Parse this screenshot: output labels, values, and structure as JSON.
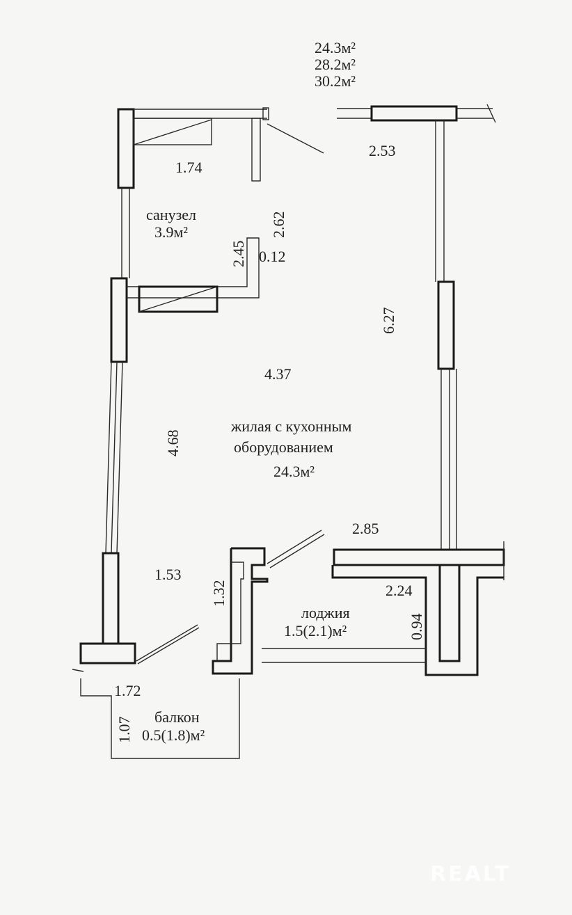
{
  "totals": [
    "24.3м²",
    "28.2м²",
    "30.2м²"
  ],
  "rooms": {
    "bathroom": {
      "name": "санузел",
      "area": "3.9м²"
    },
    "living": {
      "name_line1": "жилая с кухонным",
      "name_line2": "оборудованием",
      "area": "24.3м²"
    },
    "loggia": {
      "name": "лоджия",
      "area": "1.5(2.1)м²"
    },
    "balcony": {
      "name": "балкон",
      "area": "0.5(1.8)м²"
    }
  },
  "dimensions": {
    "d_2_53": "2.53",
    "d_1_74": "1.74",
    "d_2_62": "2.62",
    "d_2_45": "2.45",
    "d_0_12": "0.12",
    "d_6_27": "6.27",
    "d_4_37": "4.37",
    "d_4_68": "4.68",
    "d_2_85": "2.85",
    "d_1_53": "1.53",
    "d_1_32": "1.32",
    "d_2_24": "2.24",
    "d_0_94": "0.94",
    "d_1_72": "1.72",
    "d_1_07": "1.07"
  },
  "watermark": "REALT"
}
